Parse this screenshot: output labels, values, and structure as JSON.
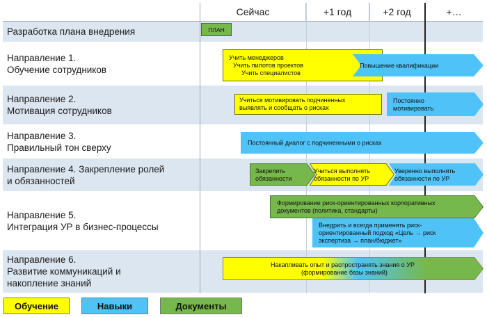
{
  "header": {
    "now": "Сейчас",
    "year1": "+1 год",
    "year2": "+2 год",
    "later": "+…"
  },
  "rows": [
    {
      "label": "Разработка плана внедрения"
    },
    {
      "label": "Направление 1.\nОбучение сотрудников"
    },
    {
      "label": "Направление 2.\nМотивация сотрудников"
    },
    {
      "label": "Направление 3.\nПравильный тон сверху"
    },
    {
      "label": "Направление 4. Закрепление ролей\nи обязанностей"
    },
    {
      "label": "Направление 5.\nИнтеграция УР в бизнес-процессы"
    },
    {
      "label": "Направление 6.\nРазвитие коммуникаций и\nнакопление знаний"
    }
  ],
  "plan_label": "ПЛАН",
  "bars": {
    "r1_yellow_1": "Учить менеджеров",
    "r1_yellow_2": "Учить пилотов проектов",
    "r1_yellow_3": "Учить специалистов",
    "r1_blue": "Повышение квалификации",
    "r2_yellow": "Учиться мотивировать подчиненных\nвыявлять и сообщать о рисках",
    "r2_blue": "Постоянно\nмотивировать",
    "r3_blue": "Постоянный  диалог с подчиненными о рисках",
    "r4_green": "Закрепить\nобязанности",
    "r4_yellow": "Учиться выполнять\nобязанности по УР",
    "r4_blue": "Уверенно выполнять\nобязанности по УР",
    "r5_green": "Формирование риск-ориентированных корпоративных\nдокументов (политика, стандарты)",
    "r5_blue": "Внедрить и всегда применять риск-\nориентированный подход «Цель → риск\nэкспертиза → план/бюджет»",
    "r6_gradient": "Накапливать опыт и распространять знания о УР\n(формирование базы знаний)"
  },
  "legend": {
    "yellow": "Обучение",
    "blue": "Навыки",
    "green": "Документы"
  },
  "colors": {
    "yellow": "#ffff00",
    "blue": "#4fc3f7",
    "green": "#77b84d",
    "row_shade": "#dce6f1"
  }
}
